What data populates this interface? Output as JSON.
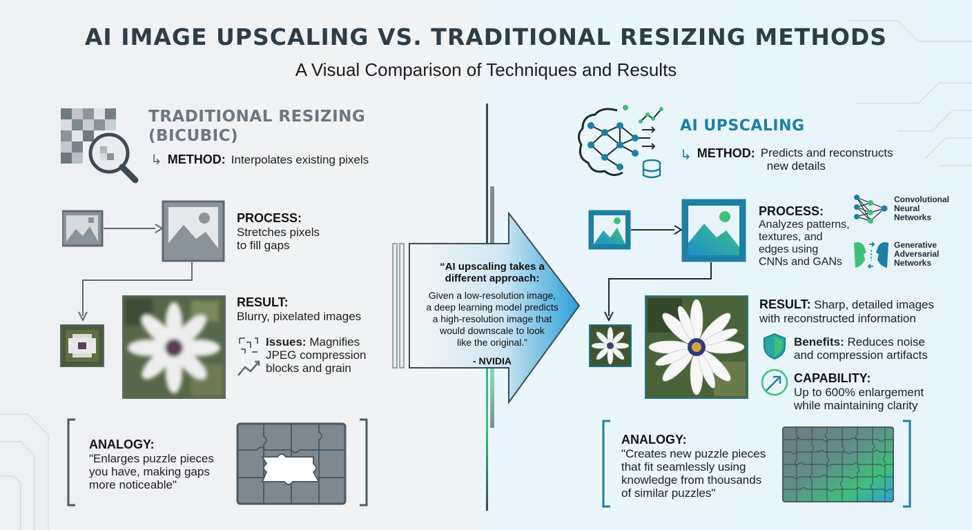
{
  "header": {
    "title": "AI IMAGE UPSCALING VS. TRADITIONAL RESIZING METHODS",
    "subtitle": "A Visual Comparison of Techniques and Results"
  },
  "traditional": {
    "heading_line1": "TRADITIONAL RESIZING",
    "heading_line2": "(BICUBIC)",
    "method_label": "METHOD:",
    "method_text": "Interpolates existing pixels",
    "process_label": "PROCESS:",
    "process_line1": "Stretches pixels",
    "process_line2": "to fill gaps",
    "result_label": "RESULT:",
    "result_text": "Blurry, pixelated images",
    "issues_label": "Issues:",
    "issues_line1": "Magnifies",
    "issues_line2": "JPEG compression",
    "issues_line3": "blocks and grain",
    "analogy_label": "ANALOGY:",
    "analogy_line1": "\"Enlarges puzzle pieces",
    "analogy_line2": "you have, making gaps",
    "analogy_line3": "more noticeable\""
  },
  "quote": {
    "line1": "“AI upscaling takes a",
    "line2": "different approach:",
    "line3": "Given a low-resolution image,",
    "line4": "a deep learning model predicts",
    "line5": "a high-resolution image that",
    "line6": "would downscale to look",
    "line7": "like the original.”",
    "source": "- NVIDIA"
  },
  "ai": {
    "heading": "AI UPSCALING",
    "method_label": "METHOD:",
    "method_line1": "Predicts and reconstructs",
    "method_line2": "new details",
    "process_label": "PROCESS:",
    "process_line1": "Analyzes patterns,",
    "process_line2": "textures, and",
    "process_line3": "edges using",
    "process_line4": "CNNs and GANs",
    "cnn_line1": "Convolutional",
    "cnn_line2": "Neural",
    "cnn_line3": "Networks",
    "gan_line1": "Generative",
    "gan_line2": "Adversarial",
    "gan_line3": "Networks",
    "result_label": "RESULT:",
    "result_line1": "Sharp, detailed images",
    "result_line2": "with reconstructed information",
    "benefits_label": "Benefits:",
    "benefits_line1": "Reduces noise",
    "benefits_line2": "and compression artifacts",
    "capability_label": "CAPABILITY:",
    "capability_line1": "Up to 600% enlargement",
    "capability_line2": "while maintaining clarity",
    "analogy_label": "ANALOGY:",
    "analogy_line1": "\"Creates new puzzle pieces",
    "analogy_line2": "that fit seamlessly using",
    "analogy_line3": "knowledge from thousands",
    "analogy_line4": "of similar puzzles\""
  },
  "colors": {
    "trad_accent": "#5d6a74",
    "ai_accent": "#1d7fa3",
    "ai_green": "#3ec07a"
  },
  "icons": [
    "magnifier-pixel-icon",
    "brain-network-icon",
    "image-icon",
    "flower-photo",
    "puzzle-icon",
    "shield-icon",
    "trend-up-icon",
    "neural-network-icon",
    "gan-faces-icon",
    "jpeg-artifact-icon"
  ]
}
